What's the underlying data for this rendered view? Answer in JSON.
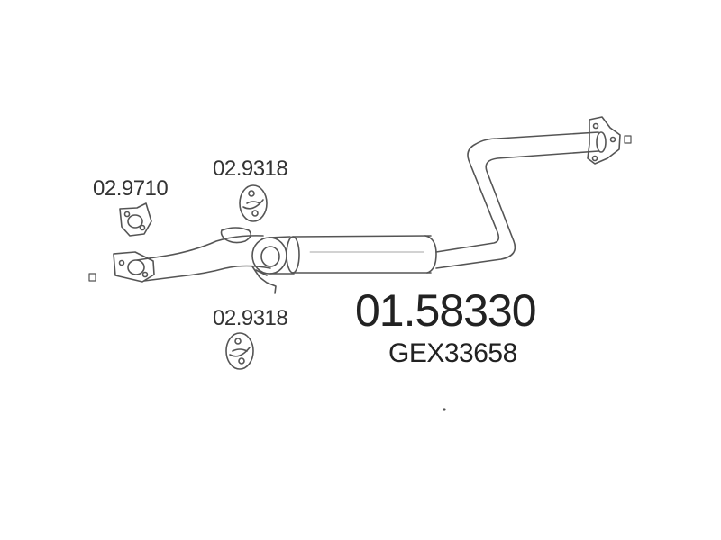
{
  "labels": {
    "gasket_part": "02.9710",
    "hanger_part_top": "02.9318",
    "hanger_part_bottom": "02.9318",
    "main_part_number": "01.58330",
    "oem_reference": "GEX33658"
  },
  "colors": {
    "line": "#555555",
    "text": "#333333",
    "background": "#ffffff"
  }
}
